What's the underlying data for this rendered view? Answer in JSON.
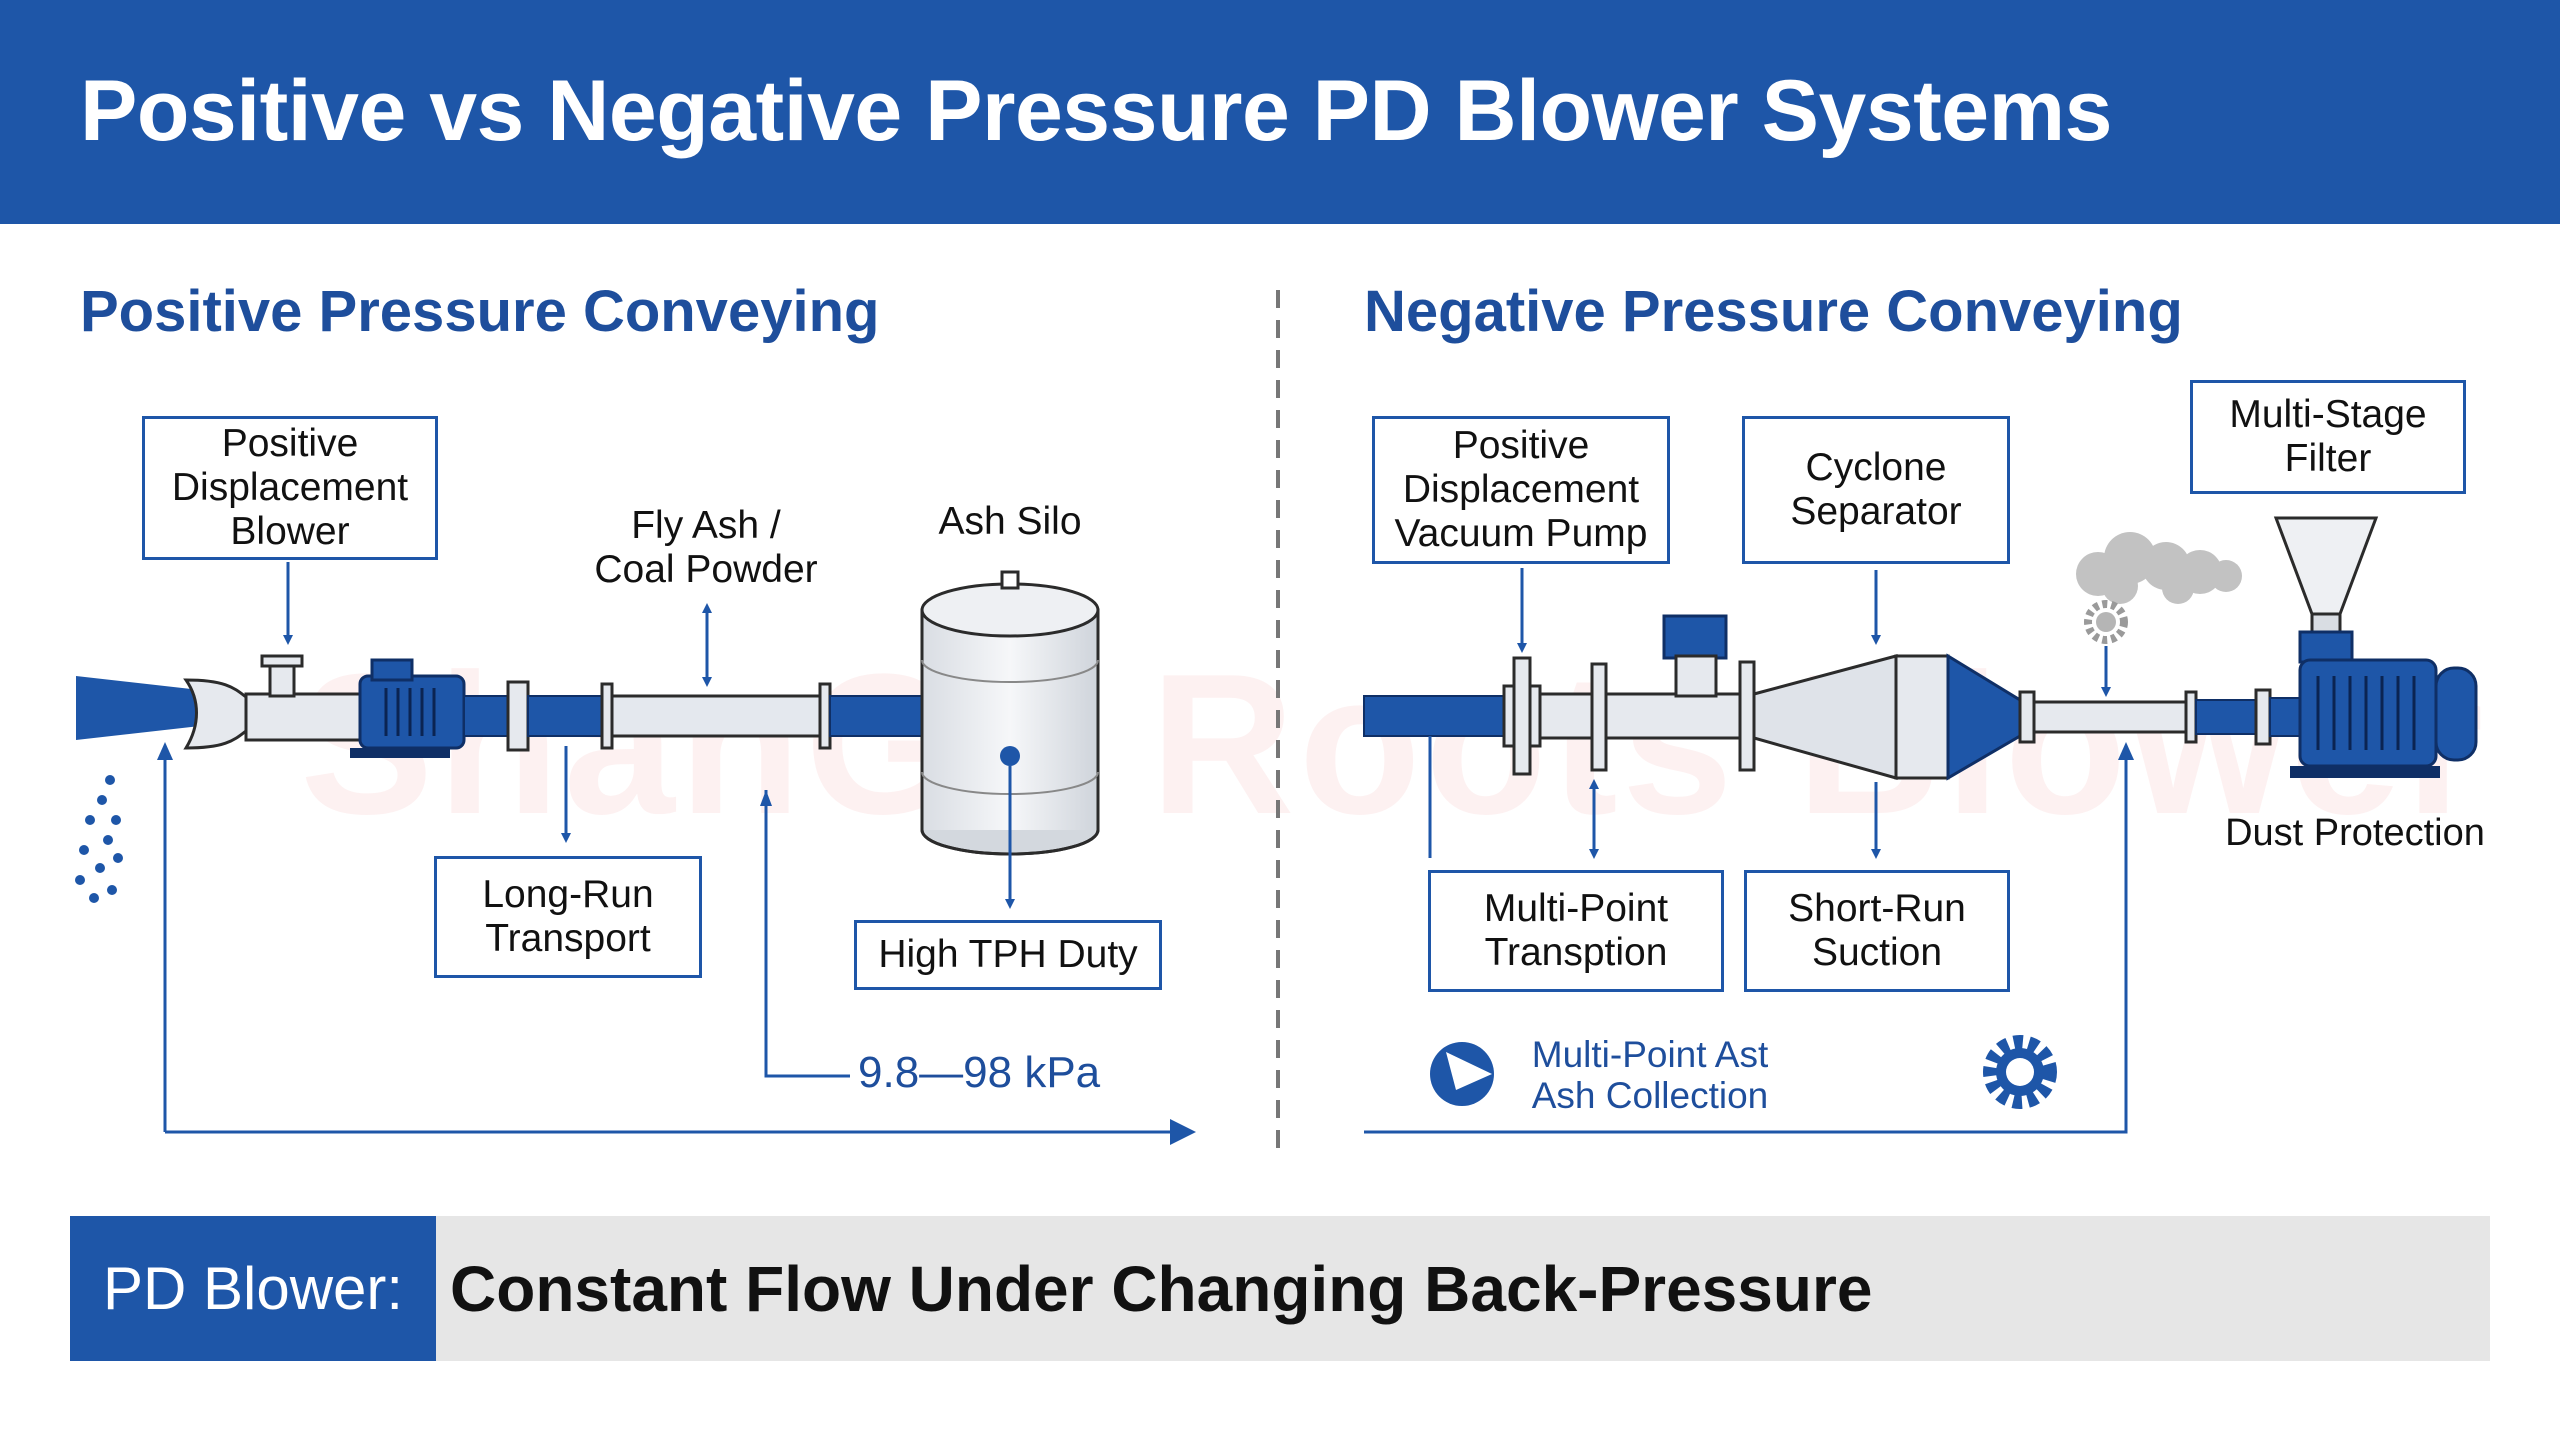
{
  "header": {
    "title": "Positive vs Negative Pressure PD Blower Systems",
    "color": "#1e56a8"
  },
  "watermark": "ShanGu Roots Blower",
  "positive": {
    "title": "Positive Pressure Conveying",
    "blower_label": "Positive\nDisplacement\nBlower",
    "material_label": "Fly Ash /\nCoal Powder",
    "silo_label": "Ash Silo",
    "long_run_label": "Long-Run\nTransport",
    "tph_label": "High TPH Duty",
    "pressure_label": "9.8—98 kPa"
  },
  "negative": {
    "title": "Negative Pressure Conveying",
    "pump_label": "Positive\nDisplacement\nVacuum Pump",
    "cyclone_label": "Cyclone\nSeparator",
    "filter_label": "Multi-Stage\nFilter",
    "dust_label": "Dust Protection",
    "multipoint_label": "Multi-Point\nTransption",
    "shortrun_label": "Short-Run\nSuction",
    "collection_label": "Multi-Point Ast\nAsh Collection"
  },
  "footer": {
    "prefix": "PD Blower:",
    "text": "Constant Flow Under Changing Back-Pressure"
  },
  "colors": {
    "accent": "#1e56a8",
    "title_blue": "#1e4e9c",
    "pipe_light": "#e4e8ee",
    "gray_cloud": "#bfbfbf"
  },
  "icons": [
    "arrow-icon",
    "gear-icon",
    "collector-icon",
    "smoke-icon"
  ]
}
